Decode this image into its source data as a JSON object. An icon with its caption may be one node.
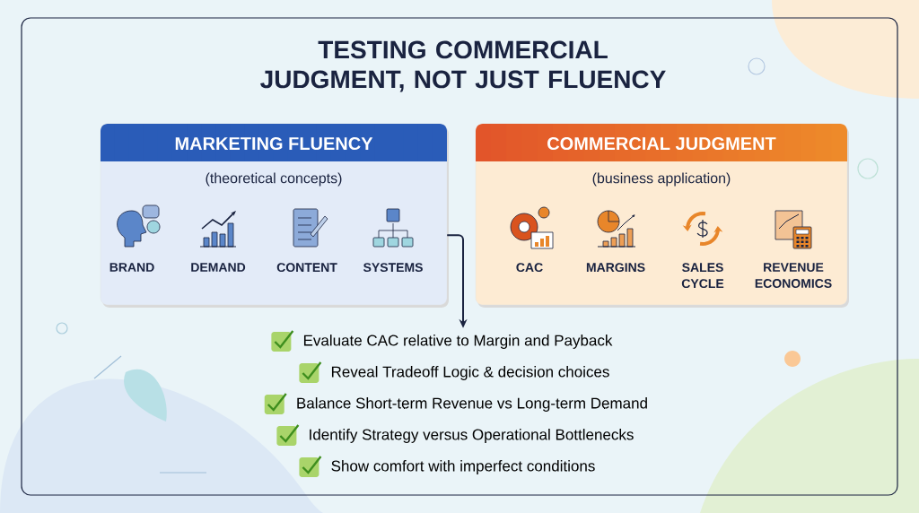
{
  "diagram": {
    "title": "TESTING COMMERCIAL JUDGMENT, NOT JUST FLUENCY",
    "nodes": [
      {
        "text": [
          "MARKETING FLUENCY",
          "(theoretical concepts)"
        ]
      },
      {
        "text": [
          "BRAND"
        ],
        "in": 0
      },
      {
        "text": [
          "DEMAND"
        ],
        "in": 0
      },
      {
        "text": [
          "CONTENT"
        ],
        "in": 0
      },
      {
        "text": [
          "SYSTEMS"
        ],
        "in": 0
      },
      {
        "text": [
          "COMMERCIAL JUDGMENT",
          "(business application)"
        ]
      },
      {
        "text": [
          "CAC"
        ],
        "in": 5
      },
      {
        "text": [
          "MARGINS"
        ],
        "in": 5
      },
      {
        "text": [
          "SALES CYCLE"
        ],
        "in": 5
      },
      {
        "text": [
          "REVENUE ECONOMICS"
        ],
        "in": 5
      },
      {
        "text": [
          "Evaluate CAC relative to Margin and Payback"
        ]
      },
      {
        "text": [
          "Reveal Tradeoff Logic & decision choices"
        ]
      },
      {
        "text": [
          "Balance Short-term Revenue vs Long-term Demand"
        ]
      },
      {
        "text": [
          "Identify Strategy versus Operational Bottlenecks"
        ]
      },
      {
        "text": [
          "Show comfort with imperfect conditions"
        ]
      }
    ],
    "edges": [
      {
        "from": 0,
        "to": 10,
        "arrow": "to"
      }
    ]
  }
}
